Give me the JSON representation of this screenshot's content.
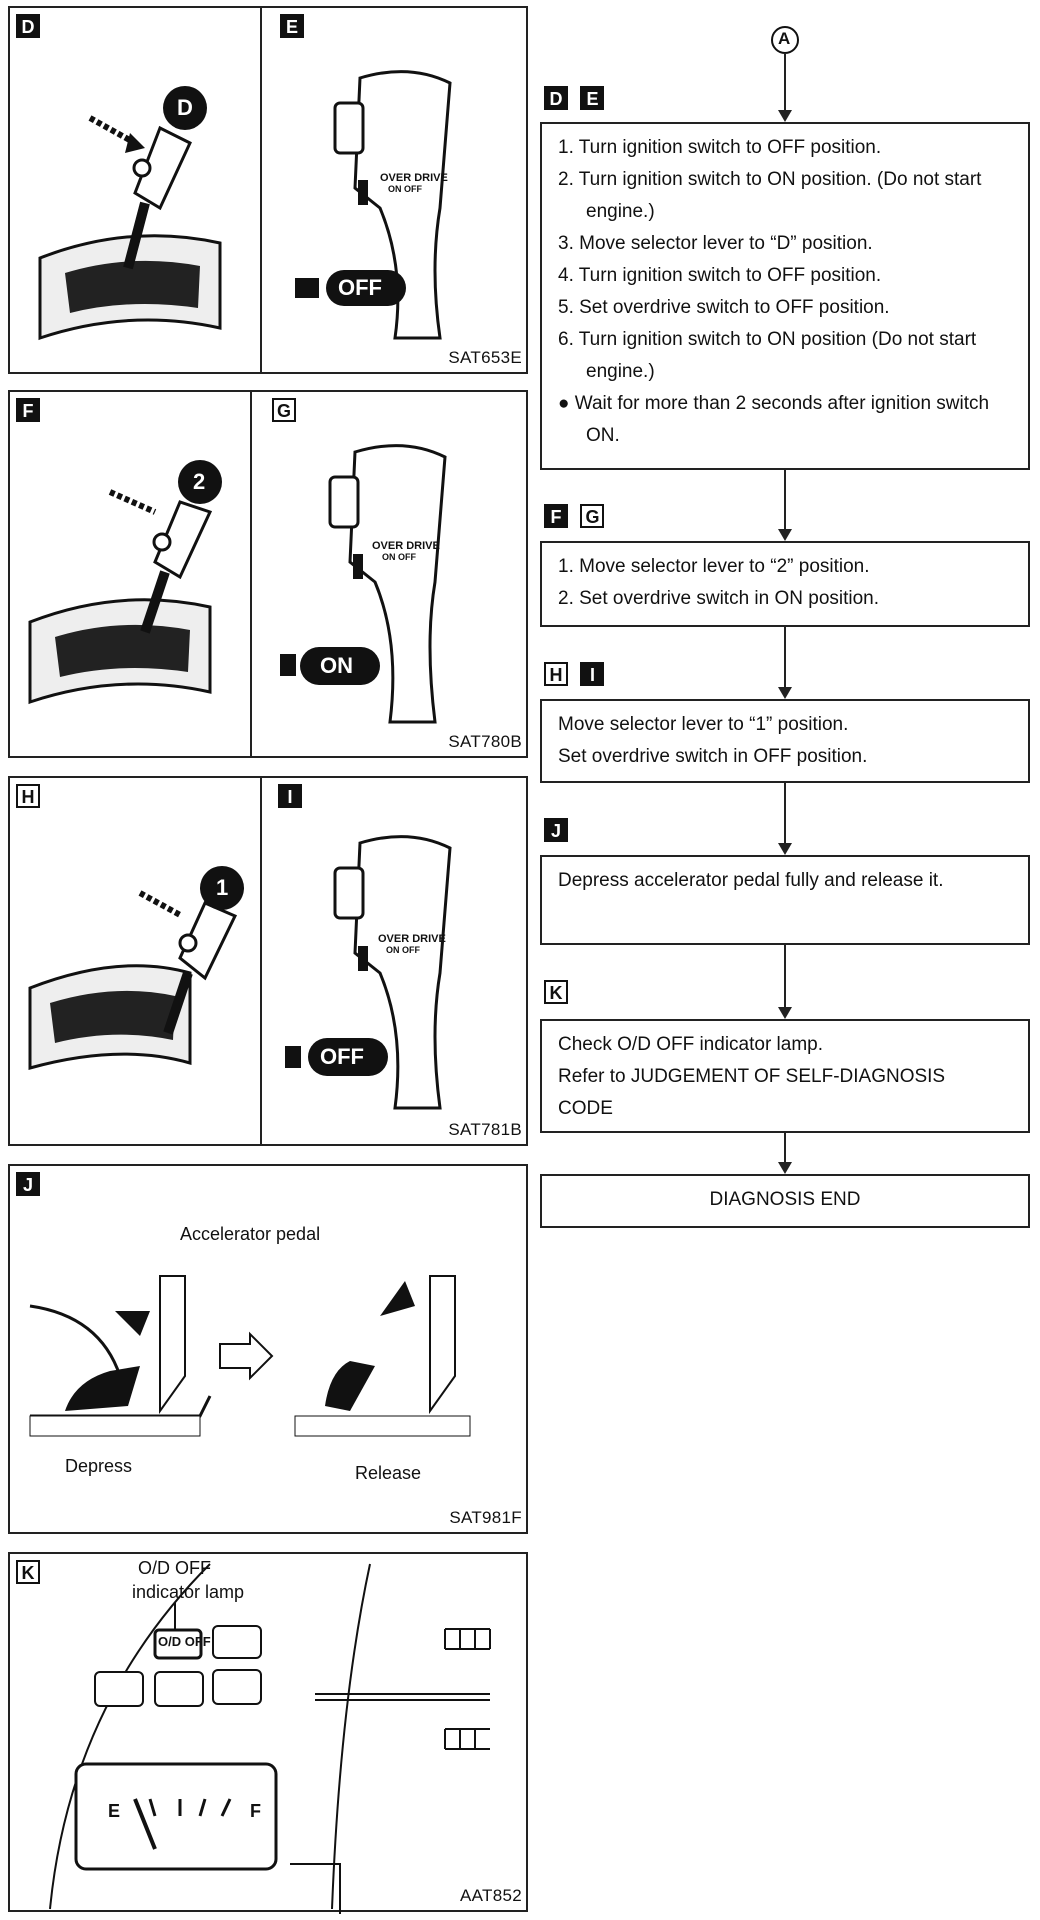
{
  "figures": {
    "de": {
      "left_tag": "D",
      "right_tag": "E",
      "badge": "D",
      "switch": "OFF",
      "code": "SAT653E",
      "od_label1": "OVER DRIVE",
      "od_label2": "ON OFF"
    },
    "fg": {
      "left_tag": "F",
      "right_tag": "G",
      "badge": "2",
      "switch": "ON",
      "code": "SAT780B",
      "od_label1": "OVER DRIVE",
      "od_label2": "ON OFF"
    },
    "hi": {
      "left_tag": "H",
      "right_tag": "I",
      "badge": "1",
      "switch": "OFF",
      "code": "SAT781B",
      "od_label1": "OVER DRIVE",
      "od_label2": "ON OFF"
    },
    "j": {
      "tag": "J",
      "title": "Accelerator pedal",
      "depress": "Depress",
      "release": "Release",
      "code": "SAT981F"
    },
    "k": {
      "tag": "K",
      "lamp_label1": "O/D OFF",
      "lamp_label2": "indicator lamp",
      "lamp_text": "O/D OFF",
      "gauge_e": "E",
      "gauge_f": "F",
      "code": "AAT852"
    }
  },
  "flow": {
    "start_marker": "A",
    "step1": {
      "tags": [
        "D",
        "E"
      ],
      "items": [
        "1. Turn ignition switch to OFF position.",
        "2. Turn ignition switch to ON position. (Do not start engine.)",
        "3. Move selector lever to “D” position.",
        "4. Turn ignition switch to OFF position.",
        "5. Set overdrive switch to OFF position.",
        "6. Turn ignition switch to ON position (Do not start engine.)",
        "● Wait for more than 2 seconds after ignition switch ON."
      ]
    },
    "step2": {
      "tags": [
        "F",
        "G"
      ],
      "items": [
        "1. Move selector lever to “2” position.",
        "2. Set overdrive switch in ON position."
      ]
    },
    "step3": {
      "tags": [
        "H",
        "I"
      ],
      "items": [
        "Move selector lever to “1” position.",
        "Set overdrive switch in OFF position."
      ]
    },
    "step4": {
      "tags": [
        "J"
      ],
      "items": [
        "Depress accelerator pedal fully and release it."
      ]
    },
    "step5": {
      "tags": [
        "K"
      ],
      "items": [
        "Check O/D OFF indicator lamp.",
        "Refer to JUDGEMENT OF SELF-DIAGNOSIS CODE"
      ]
    },
    "end": "DIAGNOSIS END"
  }
}
